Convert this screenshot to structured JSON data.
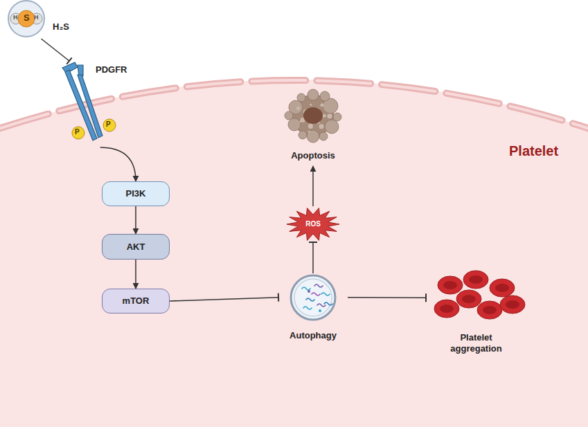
{
  "diagram": {
    "nodes": [
      {
        "text": [
          "H₂S"
        ]
      },
      {
        "text": [
          "PDGFR"
        ]
      },
      {
        "text": [
          "Apoptosis"
        ]
      },
      {
        "text": [
          "ROS"
        ]
      },
      {
        "text": [
          "PI3K"
        ]
      },
      {
        "text": [
          "AKT"
        ]
      },
      {
        "text": [
          "mTOR"
        ]
      },
      {
        "text": [
          "Autophagy"
        ]
      },
      {
        "text": [
          "Platelet aggregation"
        ]
      }
    ],
    "edges": [
      {
        "from": 0,
        "to": 1,
        "arrow": "to"
      },
      {
        "from": 1,
        "to": 4,
        "arrow": "to"
      },
      {
        "from": 4,
        "to": 5,
        "arrow": "to"
      },
      {
        "from": 5,
        "to": 6,
        "arrow": "to"
      },
      {
        "from": 6,
        "to": 7,
        "arrow": "to"
      },
      {
        "from": 7,
        "to": 3,
        "arrow": "to"
      },
      {
        "from": 3,
        "to": 2,
        "arrow": "to"
      },
      {
        "from": 7,
        "to": 8,
        "arrow": "to"
      }
    ],
    "labels": [
      "Platelet",
      "H",
      "S",
      "H",
      "P",
      "P"
    ]
  }
}
